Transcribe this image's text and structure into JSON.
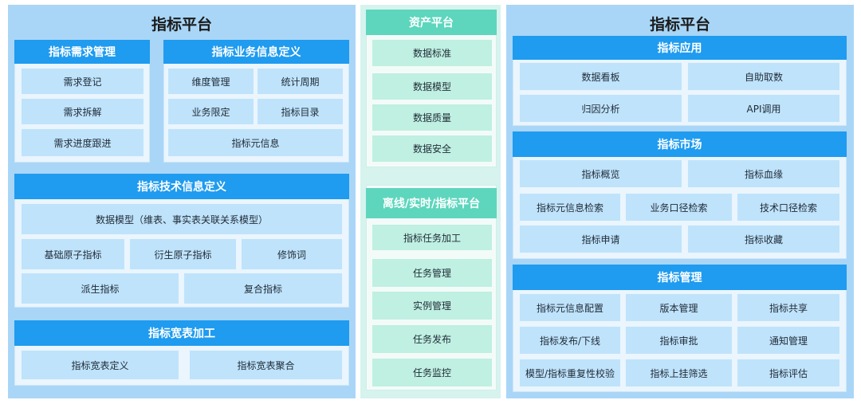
{
  "left": {
    "title": "指标平台",
    "demand": {
      "title": "指标需求管理",
      "items": [
        "需求登记",
        "需求拆解",
        "需求进度跟进"
      ]
    },
    "biz": {
      "title": "指标业务信息定义",
      "items": [
        "维度管理",
        "统计周期",
        "业务限定",
        "指标目录",
        "指标元信息"
      ]
    },
    "tech": {
      "title": "指标技术信息定义",
      "items": [
        "数据模型（维表、事实表关联关系模型）",
        "基础原子指标",
        "衍生原子指标",
        "修饰词",
        "派生指标",
        "复合指标"
      ]
    },
    "wide": {
      "title": "指标宽表加工",
      "items": [
        "指标宽表定义",
        "指标宽表聚合"
      ]
    }
  },
  "middle": {
    "asset": {
      "title": "资产平台",
      "items": [
        "数据标准",
        "数据模型",
        "数据质量",
        "数据安全"
      ]
    },
    "offline": {
      "title": "离线/实时/指标平台",
      "items": [
        "指标任务加工",
        "任务管理",
        "实例管理",
        "任务发布",
        "任务监控"
      ]
    }
  },
  "right": {
    "title": "指标平台",
    "app": {
      "title": "指标应用",
      "items": [
        "数据看板",
        "自助取数",
        "归因分析",
        "API调用"
      ]
    },
    "market": {
      "title": "指标市场",
      "items": [
        "指标概览",
        "指标血缘",
        "指标元信息检索",
        "业务口径检索",
        "技术口径检索",
        "指标申请",
        "指标收藏"
      ]
    },
    "mgmt": {
      "title": "指标管理",
      "items": [
        "指标元信息配置",
        "版本管理",
        "指标共享",
        "指标发布/下线",
        "指标审批",
        "通知管理",
        "模型/指标重复性校验",
        "指标上挂筛选",
        "指标评估"
      ]
    }
  }
}
